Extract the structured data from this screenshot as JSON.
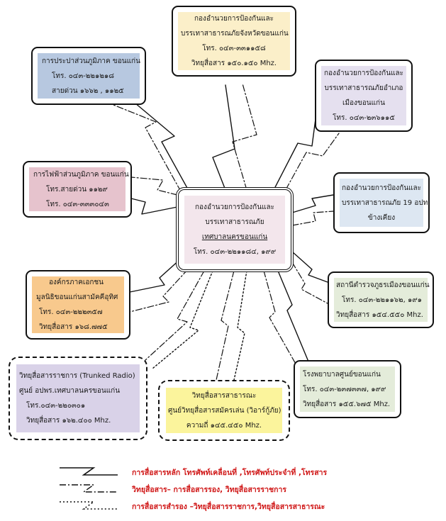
{
  "colors": {
    "yellow": "#fbefc9",
    "lavender": "#e5e0ef",
    "blue": "#b7c8e0",
    "light_blue": "#dde7f2",
    "pink": "#e6c3cd",
    "center": "#f3e6ec",
    "green": "#e4ecda",
    "orange": "#f8c98d",
    "purple": "#d9d2e8",
    "bright_yellow": "#fbf49c",
    "legend_text": "#d01818"
  },
  "nodes": {
    "province_center": {
      "line1": "กองอำนวยการป้องกันและ",
      "line2": "บรรเทาสาธารณภัยจังหวัดขอนแก่น",
      "line3": "โทร. ๐๔๓-๓๓๑๑๕๘",
      "line4": "วิทยุสื่อสาร ๑๕๐.๑๕๐ Mhz."
    },
    "pea": {
      "line1": "การประปาส่วนภูมิภาค ขอนแก่น",
      "line2": "โทร. ๐๔๓-๒๒๑๒๑๘",
      "line3": "สายด่วน ๑๖๖๒ , ๑๑๒๕"
    },
    "district": {
      "line1": "กองอำนวยการป้องกันและ",
      "line2": "บรรเทาสาธารณภัยอำเภอ",
      "line3": "เมืองขอนแก่น",
      "line4": "โทร. ๐๔๓-๒๓๖๑๑๕"
    },
    "electricity": {
      "line1": "การไฟฟ้าส่วนภูมิภาค ขอนแก่น",
      "line2": "โทร.สายด่วน ๑๑๒๙",
      "line3": "โทร. ๐๔๓-๓๓๓๐๔๓"
    },
    "center": {
      "line1": "กองอำนวยการป้องกันและ",
      "line2": "บรรเทาสาธารณภัย",
      "line3": "เทศบาลนครขอนแก่น",
      "line4": "โทร. ๐๔๓-๒๒๑๑๘๔,  ๑๙๙"
    },
    "neighbor": {
      "line1": "กองอำนวยการป้องกันและ",
      "line2": "บรรเทาสาธารณภัย 19 อปท.",
      "line3": "ข้างเคียง"
    },
    "private": {
      "line1": "องค์กรภาคเอกชน",
      "line2": "มูลนิธิขอนแก่นสามัคคีอุทิศ",
      "line3": "โทร. ๐๔๓-๒๒๒๓๕๗",
      "line4": "วิทยุสื่อสาร ๑๖๘.๗๗๕"
    },
    "police": {
      "line1": "สถานีตำรวจภูธรเมืองขอนแก่น",
      "line2": "โทร. ๐๔๓-๒๒๑๑๖๒, ๑๙๑",
      "line3": "วิทยุสื่อสาร ๑๕๔.๕๕๐ Mhz."
    },
    "trunked": {
      "line1": "วิทยุสื่อสารราชการ (Trunked Radio)",
      "line2": "ศูนย์ อปพร.เทศบาลนครขอนแก่น",
      "line3": "โทร.๐๔๓-๒๒๐๓๐๑",
      "line4": "วิทยุสื่อสาร ๑๖๒.๔๐๐ Mhz."
    },
    "amateur": {
      "line1": "วิทยุสื่อสารสาธารณะ",
      "line2": "ศูนย์วิทยุสื่อสารสมัครเล่น (วิอาร์กู้ภัย)",
      "line3": "ความถี่ ๑๔๕.๔๕๐ Mhz."
    },
    "hospital": {
      "line1": "โรงพยาบาลศูนย์ขอนแก่น",
      "line2": "โทร. ๐๔๓-๒๓๗๓๓๗, ๑๙๙",
      "line3": "วิทยุสื่อสาร ๑๕๕.๖๗๕ Mhz."
    }
  },
  "legend": {
    "primary": "การสื่อสารหลัก โทรศัพท์เคลื่อนที่ ,โทรศัพท์ประจำที่ ,โทรสาร",
    "secondary": "วิทยุสื่อสาร– การสื่อสารรอง, วิทยุสื่อสารราชการ",
    "backup": "การสื่อสารสำรอง –วิทยุสื่อสารราชการ,วิทยุสื่อสารสาธารณะ"
  }
}
